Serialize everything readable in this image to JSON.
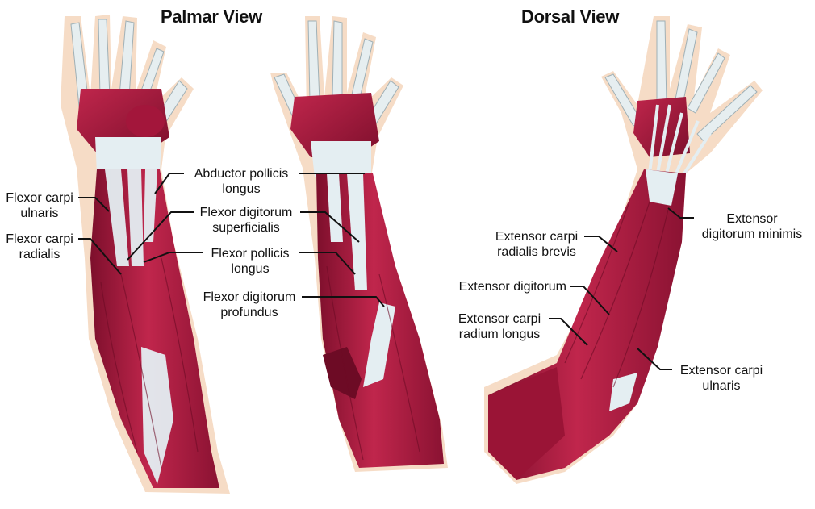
{
  "titles": {
    "palmar": "Palmar View",
    "dorsal": "Dorsal View"
  },
  "labels": {
    "flexor_carpi_ulnaris": [
      "Flexor carpi",
      "ulnaris"
    ],
    "flexor_carpi_radialis": [
      "Flexor carpi",
      "radialis"
    ],
    "abductor_pollicis_longus": [
      "Abductor pollicis",
      "longus"
    ],
    "flexor_digitorum_superficialis": [
      "Flexor digitorum",
      "superficialis"
    ],
    "flexor_pollicis_longus": [
      "Flexor pollicis",
      "longus"
    ],
    "flexor_digitorum_profundus": [
      "Flexor digitorum",
      "profundus"
    ],
    "extensor_carpi_radialis_brevis": [
      "Extensor carpi",
      "radialis brevis"
    ],
    "extensor_digitorum": [
      "Extensor digitorum"
    ],
    "extensor_carpi_radium_longus": [
      "Extensor carpi",
      "radium longus"
    ],
    "extensor_digitorum_minimis": [
      "Extensor",
      "digitorum minimis"
    ],
    "extensor_carpi_ulnaris": [
      "Extensor carpi",
      "ulnaris"
    ]
  },
  "colors": {
    "muscle": "#b0183f",
    "muscle_dark": "#7d0f2c",
    "tendon": "#e4eef2",
    "skin": "#f6dcc6",
    "leader": "#111111"
  }
}
